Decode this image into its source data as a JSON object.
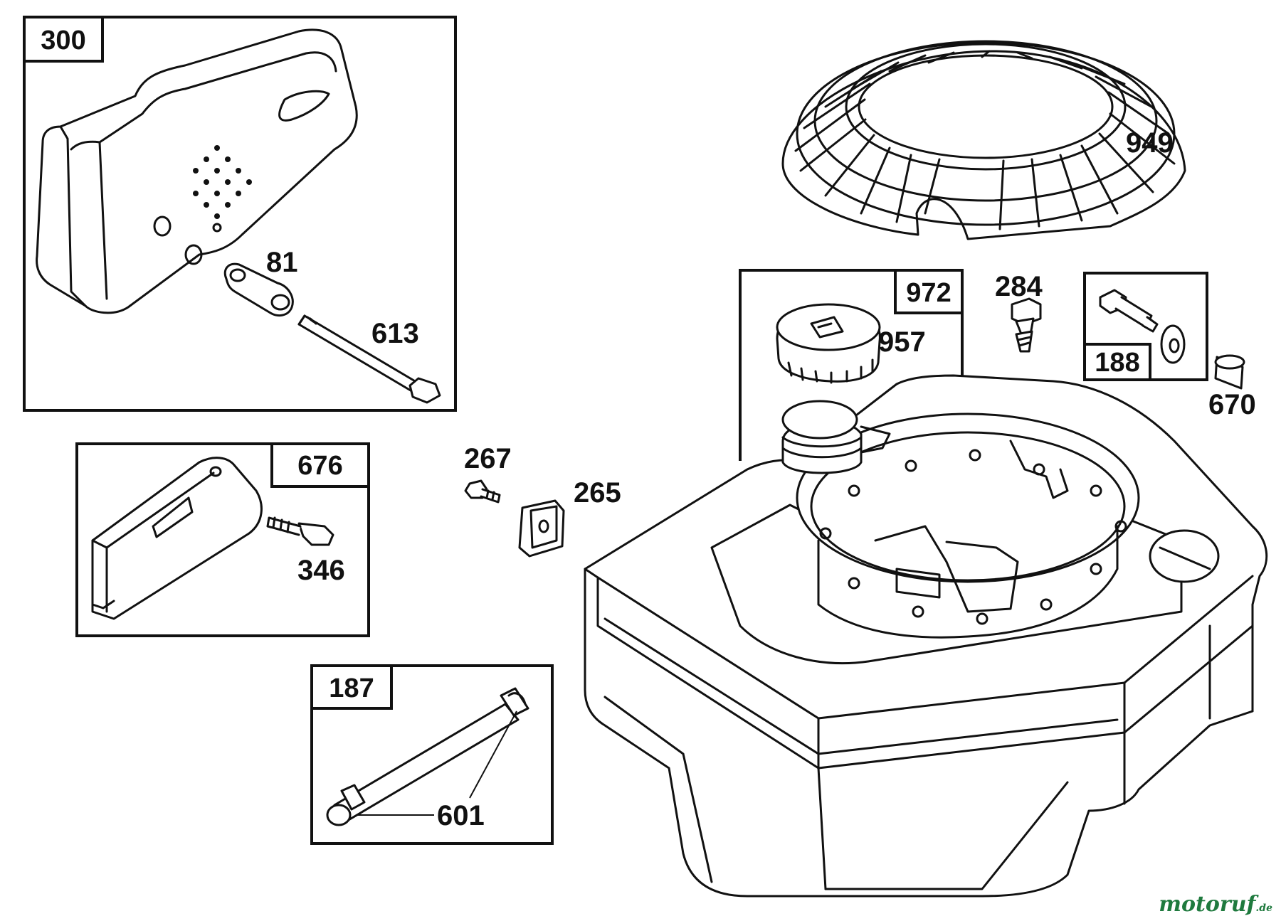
{
  "boxes": {
    "b300": "300",
    "b676": "676",
    "b187": "187",
    "b972": "972",
    "b188": "188"
  },
  "labels": {
    "p81": "81",
    "p613": "613",
    "p346": "346",
    "p267": "267",
    "p265": "265",
    "p601": "601",
    "p949": "949",
    "p957": "957",
    "p284": "284",
    "p670": "670"
  },
  "watermark": {
    "brand": "motoruf",
    "tld": ".de"
  }
}
